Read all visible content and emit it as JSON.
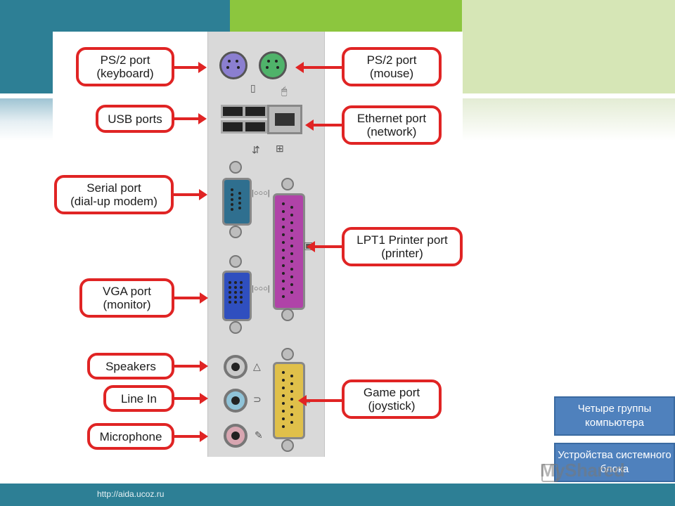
{
  "callouts": {
    "ps2_keyboard": {
      "line1": "PS/2 port",
      "line2": "(keyboard)"
    },
    "ps2_mouse": {
      "line1": "PS/2 port",
      "line2": "(mouse)"
    },
    "usb": {
      "line1": "USB ports"
    },
    "ethernet": {
      "line1": "Ethernet port",
      "line2": "(network)"
    },
    "serial": {
      "line1": "Serial port",
      "line2": "(dial-up modem)"
    },
    "lpt1": {
      "line1": "LPT1 Printer port",
      "line2": "(printer)"
    },
    "vga": {
      "line1": "VGA port",
      "line2": "(monitor)"
    },
    "speakers": {
      "line1": "Speakers"
    },
    "line_in": {
      "line1": "Line In"
    },
    "game": {
      "line1": "Game port",
      "line2": "(joystick)"
    },
    "microphone": {
      "line1": "Microphone"
    }
  },
  "nav": {
    "four_groups": "Четыре группы компьютера",
    "system_unit": "Устройства системного блока"
  },
  "footer": {
    "url": "http://aida.ucoz.ru"
  },
  "watermark": "MyShared",
  "colors": {
    "teal": "#2d7f95",
    "green": "#8cc63e",
    "callout_red": "#e02424",
    "button_blue": "#4f81bd",
    "ps2_keyboard": "#8b7fd0",
    "ps2_mouse": "#4fb36a",
    "serial": "#2f6f8f",
    "vga": "#2f4fbf",
    "parallel": "#b043a8",
    "game": "#e0c04a"
  }
}
